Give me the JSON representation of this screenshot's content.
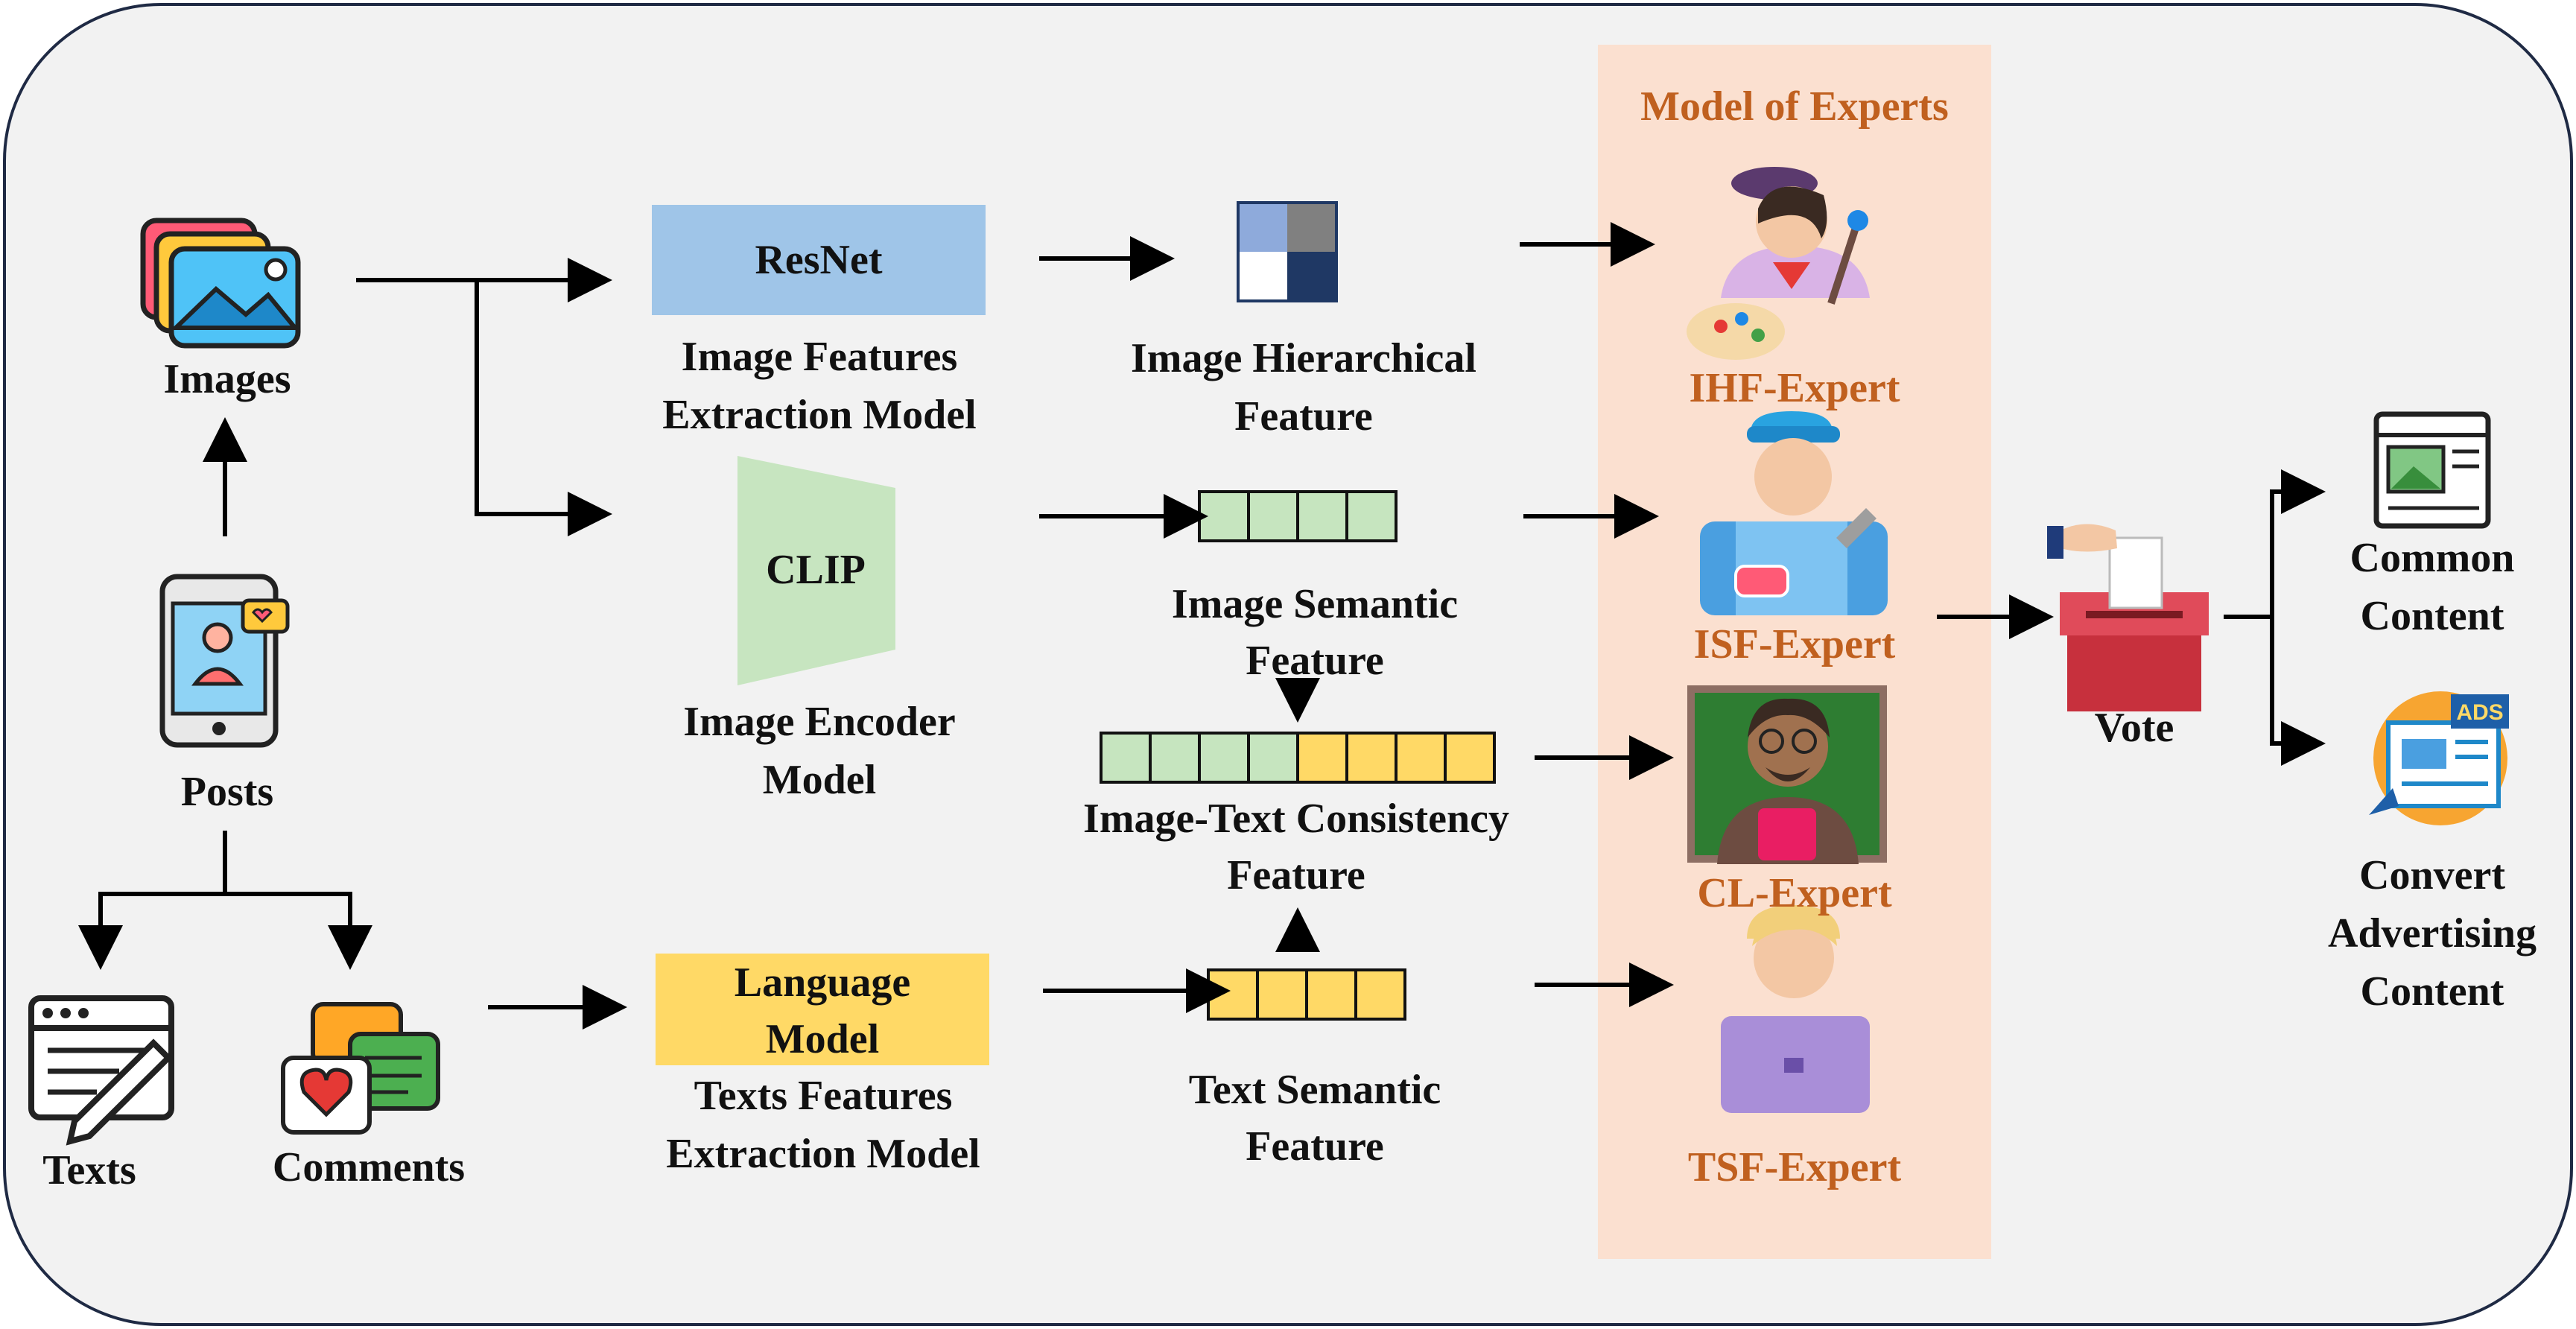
{
  "sources": {
    "images": "Images",
    "posts": "Posts",
    "texts": "Texts",
    "comments": "Comments"
  },
  "models": {
    "resnet": {
      "name": "ResNet",
      "caption_1": "Image Features",
      "caption_2": "Extraction Model"
    },
    "clip": {
      "name": "CLIP",
      "caption_1": "Image Encoder",
      "caption_2": "Model"
    },
    "language": {
      "name_1": "Language",
      "name_2": "Model",
      "caption_1": "Texts Features",
      "caption_2": "Extraction Model"
    }
  },
  "features": {
    "hierarchical": {
      "line_1": "Image Hierarchical",
      "line_2": "Feature"
    },
    "image_semantic": {
      "line_1": "Image Semantic",
      "line_2": "Feature"
    },
    "consistency": {
      "line_1": "Image-Text Consistency",
      "line_2": "Feature"
    },
    "text_semantic": {
      "line_1": "Text Semantic",
      "line_2": "Feature"
    }
  },
  "experts": {
    "title": "Model of Experts",
    "items": [
      "IHF-Expert",
      "ISF-Expert",
      "CL-Expert",
      "TSF-Expert"
    ]
  },
  "vote": "Vote",
  "outputs": {
    "common": {
      "line_1": "Common",
      "line_2": "Content"
    },
    "advertising": {
      "line_1": "Convert",
      "line_2": "Advertising",
      "line_3": "Content",
      "badge": "ADS"
    }
  },
  "icons": [
    "images-icon",
    "phone-post-icon",
    "texts-icon",
    "comments-icon",
    "painter-expert-icon",
    "mechanic-expert-icon",
    "teacher-expert-icon",
    "laptop-expert-icon",
    "ballot-box-icon",
    "webpage-icon",
    "ads-icon"
  ],
  "colors": {
    "resnet_fill": "#9fc5e8",
    "clip_fill": "#c7e5c0",
    "language_fill": "#ffd966",
    "experts_panel": "#fbe0d0",
    "expert_text": "#c0601f",
    "green_cell": "#c6e5bf",
    "yellow_cell": "#ffd966"
  }
}
